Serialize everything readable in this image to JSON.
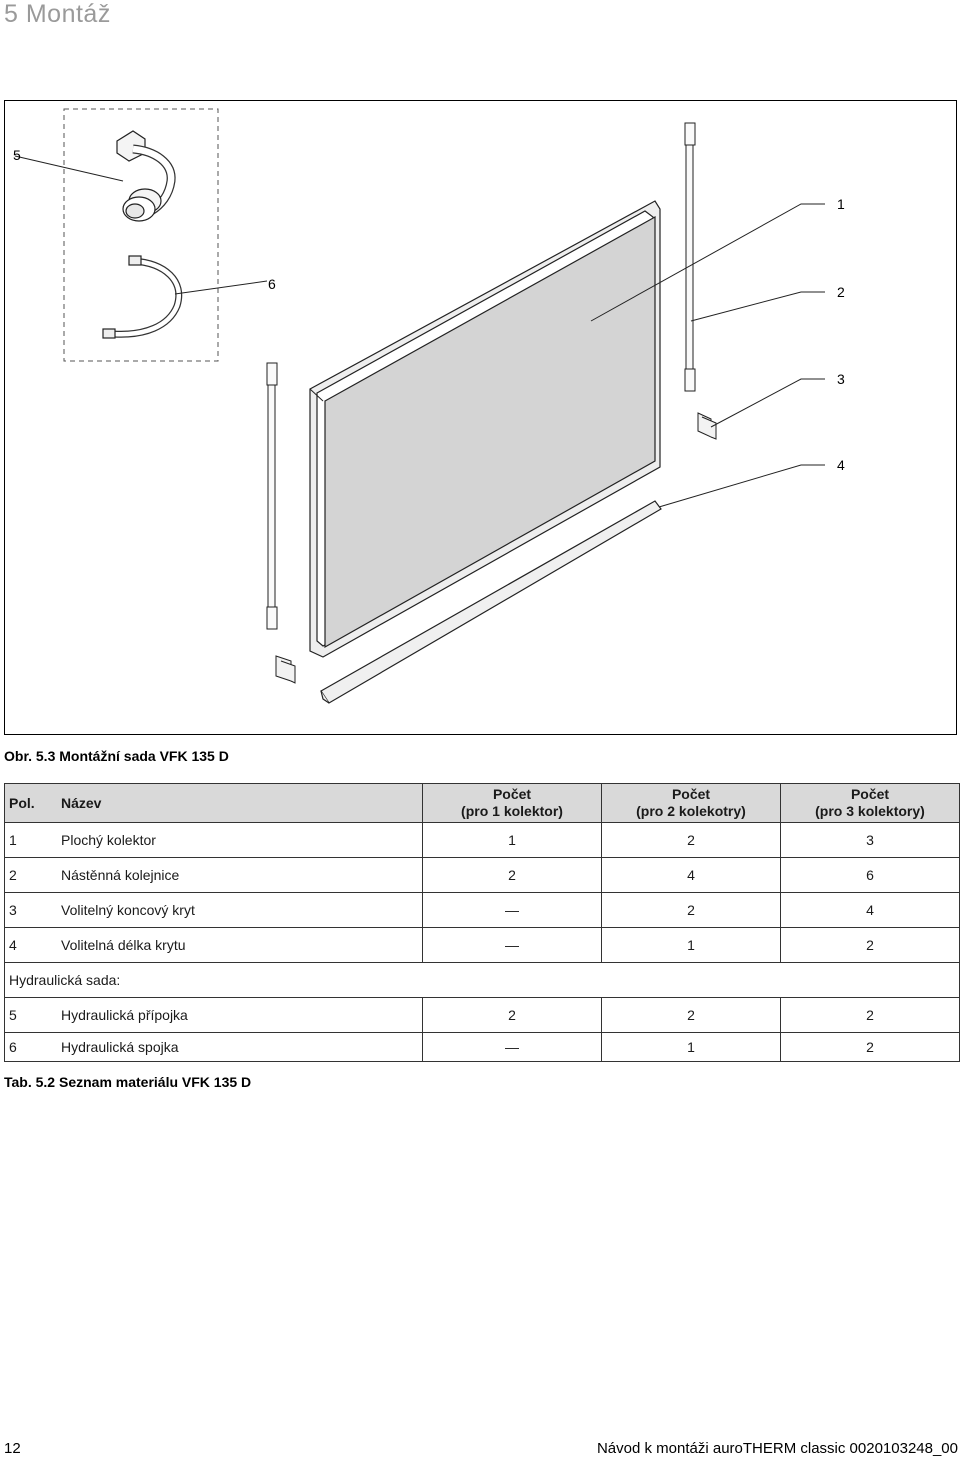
{
  "header": {
    "section_title": "5 Montáž"
  },
  "figure": {
    "callouts": {
      "c1": "1",
      "c2": "2",
      "c3": "3",
      "c4": "4",
      "c5": "5",
      "c6": "6"
    },
    "caption": "Obr. 5.3 Montážní sada VFK 135 D"
  },
  "table": {
    "headers": {
      "pos": "Pol.",
      "name": "Název",
      "q1_line1": "Počet",
      "q1_line2": "(pro 1 kolektor)",
      "q2_line1": "Počet",
      "q2_line2": "(pro 2 kolekotry)",
      "q3_line1": "Počet",
      "q3_line2": "(pro 3 kolektory)"
    },
    "rows": [
      {
        "pos": "1",
        "name": "Plochý kolektor",
        "q1": "1",
        "q2": "2",
        "q3": "3"
      },
      {
        "pos": "2",
        "name": "Nástěnná kolejnice",
        "q1": "2",
        "q2": "4",
        "q3": "6"
      },
      {
        "pos": "3",
        "name": "Volitelný koncový kryt",
        "q1": "—",
        "q2": "2",
        "q3": "4"
      },
      {
        "pos": "4",
        "name": "Volitelná délka krytu",
        "q1": "—",
        "q2": "1",
        "q3": "2"
      }
    ],
    "group_label": "Hydraulická sada:",
    "rows2": [
      {
        "pos": "5",
        "name": "Hydraulická přípojka",
        "q1": "2",
        "q2": "2",
        "q3": "2"
      },
      {
        "pos": "6",
        "name": "Hydraulická spojka",
        "q1": "—",
        "q2": "1",
        "q3": "2"
      }
    ],
    "caption": "Tab. 5.2 Seznam materiálu VFK 135 D"
  },
  "footer": {
    "page_number": "12",
    "document": "Návod k montáži auroTHERM classic 0020103248_00"
  }
}
